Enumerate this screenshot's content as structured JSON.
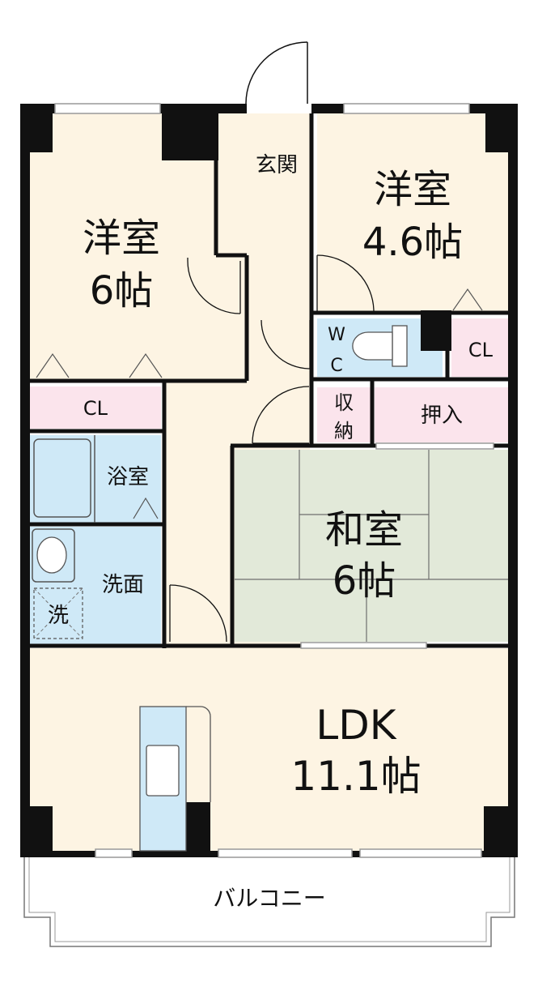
{
  "rooms": {
    "western_a": {
      "name": "洋室",
      "size": "6帖"
    },
    "western_b": {
      "name": "洋室",
      "size": "4.6帖"
    },
    "entrance": "玄関",
    "closet_a": "CL",
    "closet_b": "CL",
    "wc_line1": "W",
    "wc_line2": "C",
    "storage_line1": "収",
    "storage_line2": "納",
    "oshiire": "押入",
    "bath": "浴室",
    "washroom": "洗面",
    "washer": "洗",
    "japanese": {
      "name": "和室",
      "size": "6帖"
    },
    "ldk": {
      "name": "LDK",
      "size": "11.1帖"
    },
    "balcony": "バルコニー"
  },
  "colors": {
    "floor": "#fdf4e3",
    "tatami": "#e2e9d9",
    "closet": "#fbe4ec",
    "water": "#cfe9f7",
    "wall": "#111111",
    "window": "#bbbbbb"
  }
}
